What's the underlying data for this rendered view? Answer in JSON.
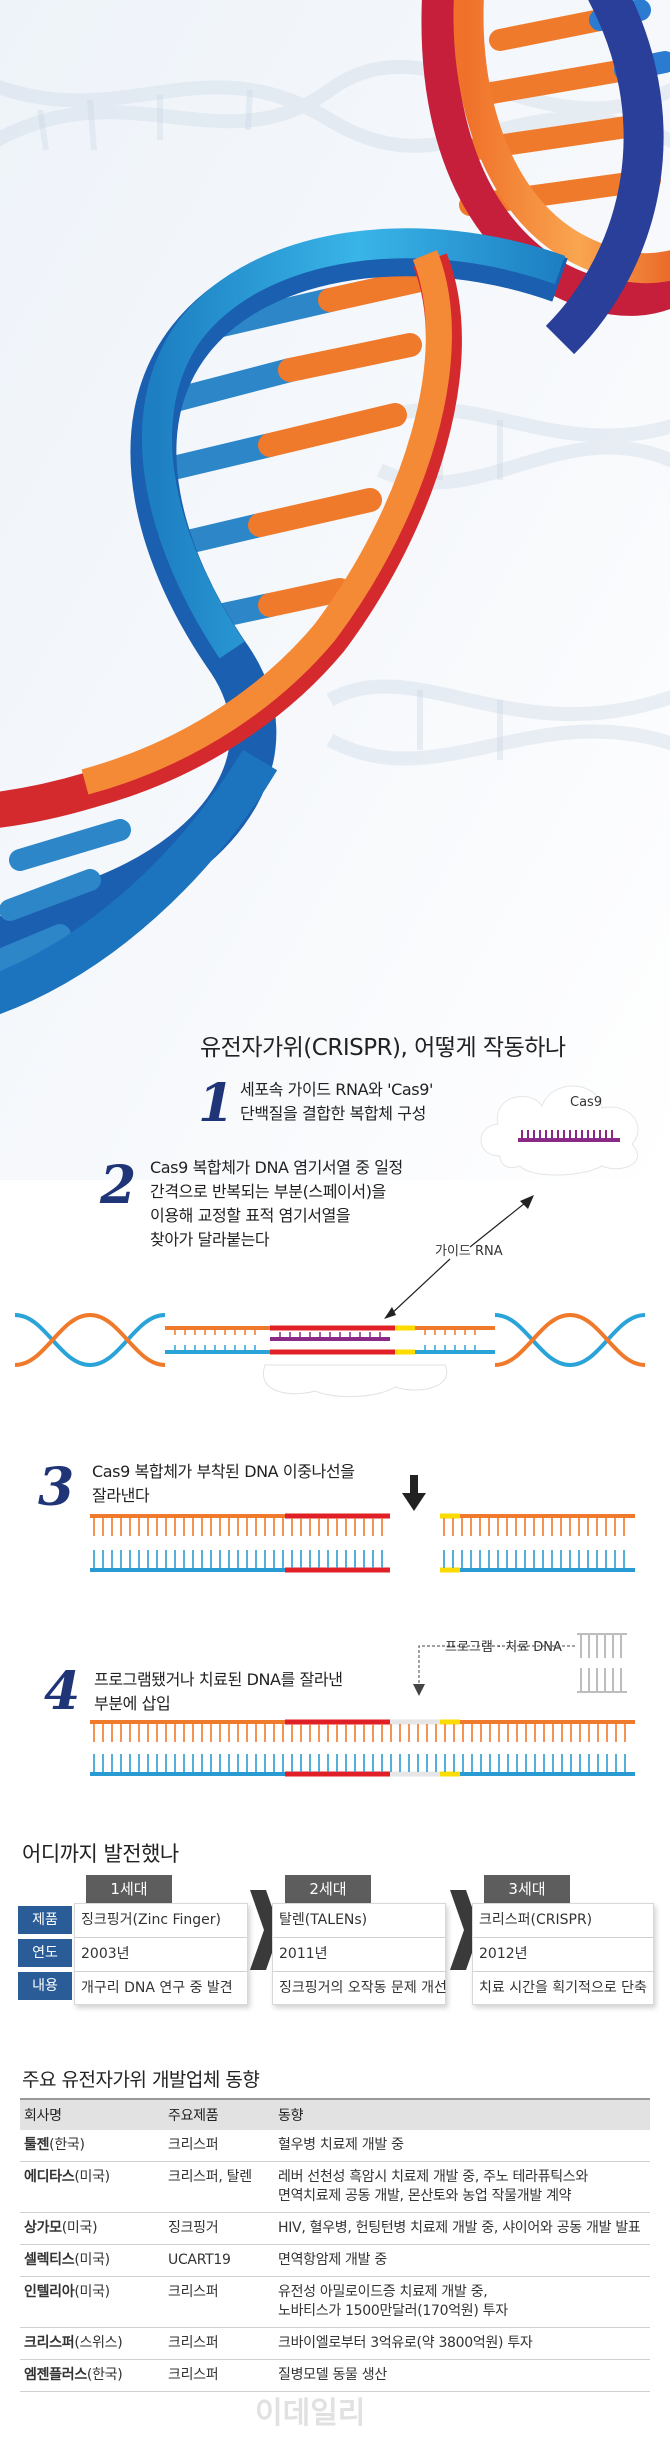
{
  "howto": {
    "title": "유전자가위(CRISPR), 어떻게 작동하나",
    "steps": [
      {
        "num": "1",
        "lines": [
          "세포속 가이드 RNA와 'Cas9'",
          "단백질을 결합한 복합체 구성"
        ]
      },
      {
        "num": "2",
        "lines": [
          "Cas9 복합체가 DNA 염기서열 중 일정",
          "간격으로 반복되는 부분(스페이서)을",
          "이용해 교정할 표적 염기서열을",
          "찾아가 달라붙는다"
        ]
      },
      {
        "num": "3",
        "lines": [
          "Cas9 복합체가 부착된 DNA 이중나선을",
          "잘라낸다"
        ]
      },
      {
        "num": "4",
        "lines": [
          "프로그램됐거나 치료된 DNA를 잘라낸",
          "부분에 삽입"
        ]
      }
    ],
    "labels": {
      "cas9": "Cas9",
      "guide_rna": "가이드 RNA",
      "program_dna": "프로그램 · 치료 DNA"
    }
  },
  "development": {
    "title": "어디까지 발전했나",
    "row_labels": [
      "제품",
      "연도",
      "내용"
    ],
    "generations": [
      {
        "head": "1세대",
        "product": "징크핑거(Zinc Finger)",
        "year": "2003년",
        "content": "개구리 DNA 연구 중 발견"
      },
      {
        "head": "2세대",
        "product": "탈렌(TALENs)",
        "year": "2011년",
        "content": "징크핑거의 오작동 문제 개선"
      },
      {
        "head": "3세대",
        "product": "크리스퍼(CRISPR)",
        "year": "2012년",
        "content": "치료 시간을 획기적으로 단축"
      }
    ]
  },
  "companies": {
    "title": "주요 유전자가위 개발업체 동향",
    "headers": [
      "회사명",
      "주요제품",
      "동향"
    ],
    "rows": [
      {
        "name": "툴젠",
        "country": "(한국)",
        "product": "크리스퍼",
        "trend": [
          "혈우병 치료제 개발 중"
        ]
      },
      {
        "name": "에디타스",
        "country": "(미국)",
        "product": "크리스퍼, 탈렌",
        "trend": [
          "레버 선천성 흑암시 치료제 개발 중, 주노 테라퓨틱스와",
          "면역치료제 공동 개발, 몬산토와 농업 작물개발 계약"
        ]
      },
      {
        "name": "상가모",
        "country": "(미국)",
        "product": "징크핑거",
        "trend": [
          "HIV, 혈우병, 헌팅턴병 치료제 개발 중, 샤이어와 공동 개발 발표"
        ]
      },
      {
        "name": "셀렉티스",
        "country": "(미국)",
        "product": "UCART19",
        "trend": [
          "면역항암제 개발 중"
        ]
      },
      {
        "name": "인텔리아",
        "country": "(미국)",
        "product": "크리스퍼",
        "trend": [
          "유전성 아밀로이드증 치료제 개발 중,",
          "노바티스가 1500만달러(170억원) 투자"
        ]
      },
      {
        "name": "크리스퍼",
        "country": "(스위스)",
        "product": "크리스퍼",
        "trend": [
          "크바이엘로부터 3억유로(약 3800억원) 투자"
        ]
      },
      {
        "name": "엠젠플러스",
        "country": "(한국)",
        "product": "크리스퍼",
        "trend": [
          "질병모델 동물 생산"
        ]
      }
    ]
  },
  "watermark": "이데일리"
}
